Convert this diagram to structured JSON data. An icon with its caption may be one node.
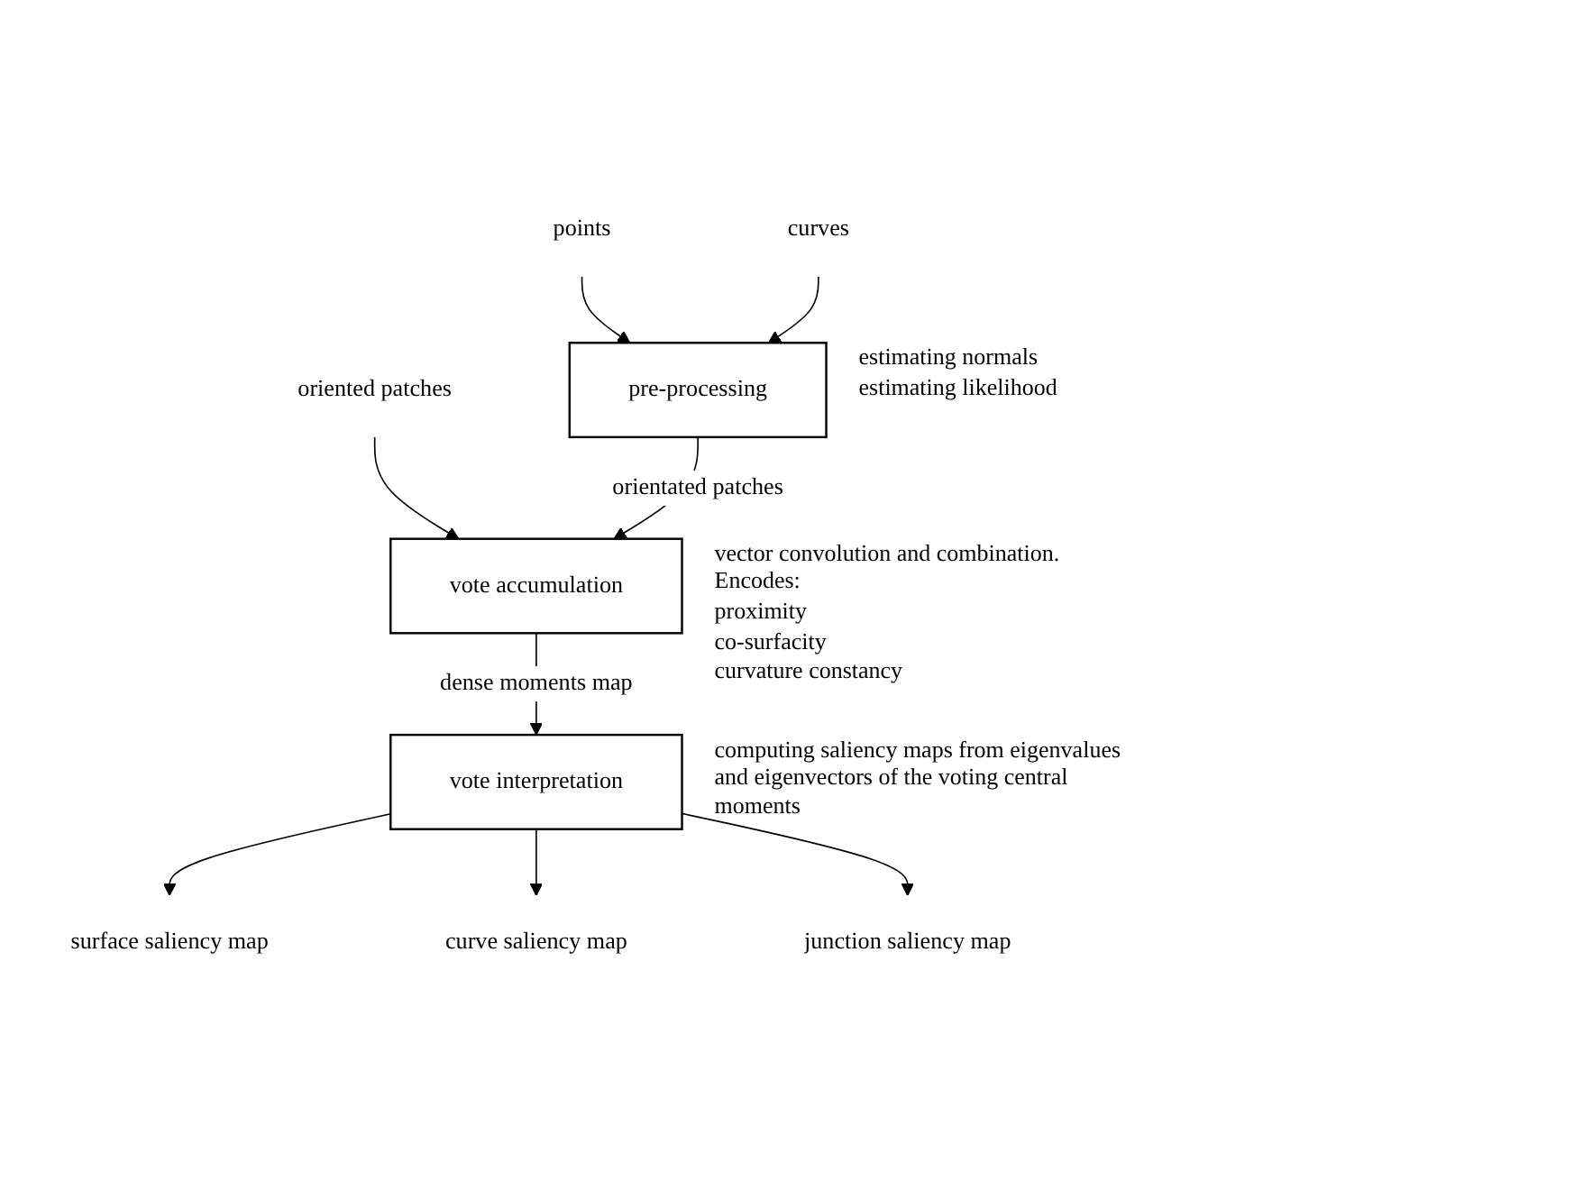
{
  "diagram": {
    "nodes": [
      {
        "text": [
          "oriented patches"
        ]
      },
      {
        "text": [
          "points"
        ]
      },
      {
        "text": [
          "curves"
        ]
      },
      {
        "text": [
          "pre-processing"
        ],
        "beside": [
          "estimating normals",
          "estimating likelihood"
        ]
      },
      {
        "text": [
          "vote accumulation"
        ],
        "beside": [
          "vector convolution and combination. Encodes:",
          "proximity",
          "co-surfacity",
          "curvature constancy"
        ]
      },
      {
        "text": [
          "vote interpretation"
        ],
        "beside": [
          "computing saliency maps from eigenvalues and eigenvectors of the voting central moments"
        ]
      },
      {
        "text": [
          "surface saliency map"
        ]
      },
      {
        "text": [
          "curve saliency map"
        ]
      },
      {
        "text": [
          "junction saliency map"
        ]
      }
    ],
    "edges": [
      {
        "from": 1,
        "to": 3,
        "arrow": "to"
      },
      {
        "from": 2,
        "to": 3,
        "arrow": "to"
      },
      {
        "from": 0,
        "to": 4,
        "arrow": "to"
      },
      {
        "from": 3,
        "to": 4,
        "arrow": "to",
        "label": "orientated patches"
      },
      {
        "from": 4,
        "to": 5,
        "arrow": "to",
        "label": "dense moments map"
      },
      {
        "from": 5,
        "to": 6,
        "arrow": "to"
      },
      {
        "from": 5,
        "to": 7,
        "arrow": "to"
      },
      {
        "from": 5,
        "to": 8,
        "arrow": "to"
      }
    ]
  }
}
